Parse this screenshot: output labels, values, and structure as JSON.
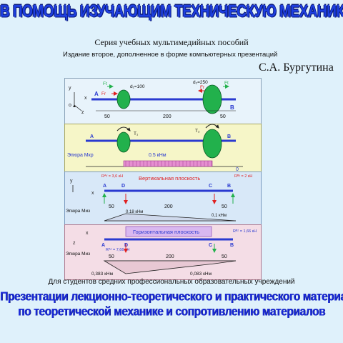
{
  "header": {
    "title": "В ПОМОЩЬ ИЗУЧАЮЩИМ ТЕХНИЧЕСКУЮ МЕХАНИКУ",
    "series": "Серия учебных мультимедийных пособий",
    "edition": "Издание второе, дополненное в форме компьютерных презентаций",
    "author": "С.А. Бургутина"
  },
  "diagram": {
    "shaft": {
      "axis_y": "y",
      "axis_x": "x",
      "axis_z": "z",
      "origin": "o",
      "support_a": "A",
      "support_b": "B",
      "force_fr1": "Fr",
      "force_ft1": "Ft",
      "force_fr2": "Fr",
      "force_ft2": "Ft",
      "d1": "d₁=100",
      "d2": "d₂=250",
      "dim_1": "50",
      "dim_2": "200",
      "dim_3": "50"
    },
    "torque": {
      "t1": "T₁",
      "t2": "T₂",
      "support_a": "A",
      "support_b": "B",
      "diagram_label": "Эпюра Мкр",
      "value": "0.5 кНм",
      "zero": "0"
    },
    "vertical": {
      "title": "Вертикальная плоскость",
      "ra": "Rᴬʸ = 3,6 кН",
      "rb": "Rᴮʸ = 2 кН",
      "pt_a": "A",
      "pt_d": "D",
      "pt_c": "C",
      "pt_b": "B",
      "axis_y": "y",
      "axis_x": "x",
      "diagram_label": "Эпюра Миз",
      "dim_1": "50",
      "dim_2": "200",
      "dim_3": "50",
      "m_d": "0.18 кНм",
      "m_c": "0,1 кНм"
    },
    "horizontal": {
      "title": "Горизонтальная плоскость",
      "axis_x": "x",
      "axis_z": "z",
      "rbz": "Rᴮᶻ = 1,66 кН",
      "raz": "Rᴬᶻ = 7,66 кН",
      "pt_a": "A",
      "pt_d": "D",
      "pt_c": "C",
      "pt_b": "B",
      "diagram_label": "Эпюра Миз",
      "dim_1": "50",
      "dim_2": "200",
      "dim_3": "50",
      "m_d": "0,383 кНм",
      "m_c": "0,083 кНм"
    }
  },
  "footer": {
    "target": "Для студентов средних профессиональных образовательных учреждений",
    "title_line1": "Презентации лекционно-теоретического и практического материала",
    "title_line2": "по теоретической механике и сопротивлению материалов"
  },
  "colors": {
    "title_blue": "#1e3fe0",
    "gear_green": "#22b14c",
    "arrow_red": "#e02020",
    "shaft_blue": "#2a3ad0",
    "dim_line": "#222222"
  }
}
